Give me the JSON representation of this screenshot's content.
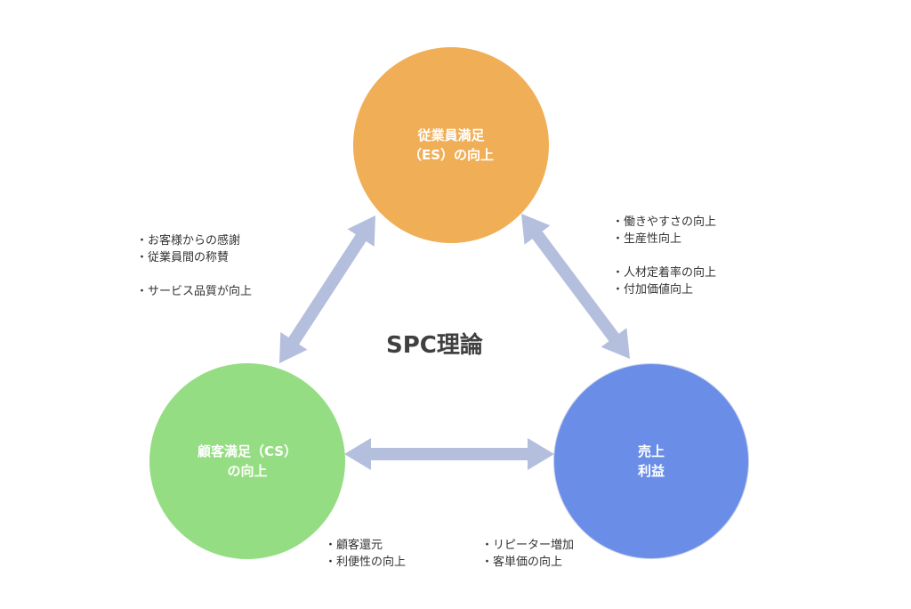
{
  "title": "SPC理論",
  "circles": {
    "es": {
      "line1": "従業員満足",
      "line2": "（ES）の向上",
      "color": "#F0AE57"
    },
    "cs": {
      "line1": "顧客満足（CS）",
      "line2": "の向上",
      "color": "#95DD82"
    },
    "profit": {
      "line1": "売上",
      "line2": "利益",
      "color": "#6A8EE8"
    }
  },
  "arrow_color": "#B4BFDE",
  "notes": {
    "left": [
      "・お客様からの感謝",
      "・従業員間の称賛",
      "・サービス品質が向上"
    ],
    "right": [
      "・働きやすさの向上",
      "・生産性向上",
      "・人材定着率の向上",
      "・付加価値向上"
    ],
    "bottom_left": [
      "・顧客還元",
      "・利便性の向上"
    ],
    "bottom_right": [
      "・リピーター増加",
      "・客単価の向上"
    ]
  }
}
